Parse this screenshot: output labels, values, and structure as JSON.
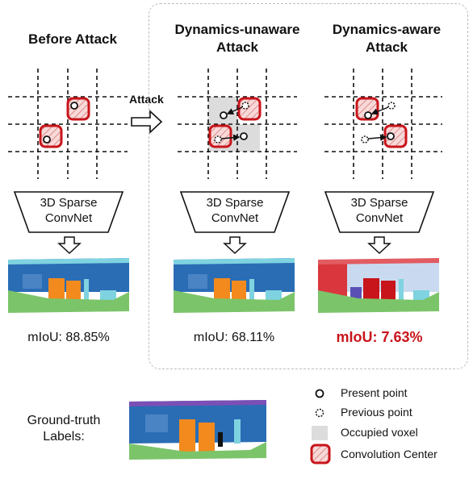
{
  "columns": {
    "before": {
      "title": "Before Attack",
      "network": [
        "3D Sparse",
        "ConvNet"
      ],
      "miou": "mIoU: 88.85%"
    },
    "unaware": {
      "title_line1": "Dynamics-unaware",
      "title_line2": "Attack",
      "network": [
        "3D Sparse",
        "ConvNet"
      ],
      "miou": "mIoU: 68.11%"
    },
    "aware": {
      "title_line1": "Dynamics-aware",
      "title_line2": "Attack",
      "network": [
        "3D Sparse",
        "ConvNet"
      ],
      "miou": "mIoU: 7.63%"
    }
  },
  "attack_arrow_label": "Attack",
  "ground_truth": {
    "line1": "Ground-truth",
    "line2": "Labels:"
  },
  "legend": {
    "present": "Present point",
    "previous": "Previous point",
    "occupied": "Occupied voxel",
    "center": "Convolution Center"
  },
  "colors": {
    "accent_red": "#c8151b",
    "dashed_frame": "#bdbdbd",
    "voxel_gray": "#dcdcdc",
    "blue_wall": "#2a6db5",
    "orange": "#f28a1e",
    "green": "#7cc46a"
  }
}
